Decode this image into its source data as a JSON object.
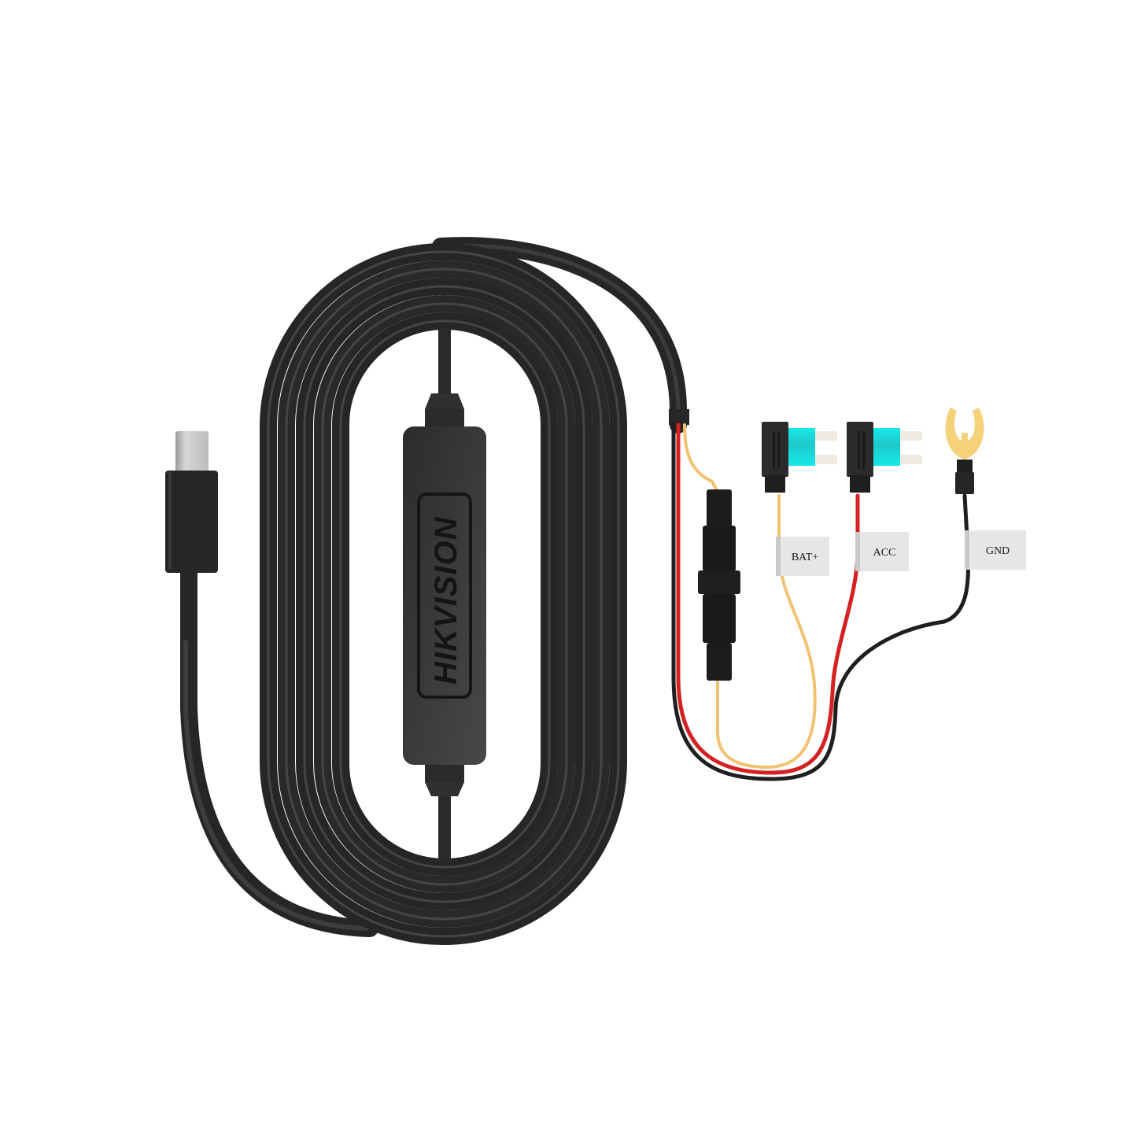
{
  "product": {
    "type": "dashcam hardwire kit",
    "brand_text": "HIKVISION",
    "connector": "USB Type-C",
    "colors": {
      "background": "#ffffff",
      "cable": "#2a2a2a",
      "cable_highlight": "#444444",
      "module": "#333333",
      "wire_bat": "#f2c273",
      "wire_acc": "#d42222",
      "wire_gnd": "#1f1f1f",
      "fuse_blade": "#2ad6d6",
      "ring_terminal": "#f5d27a",
      "tag": "#e6e6e6"
    }
  },
  "labels": {
    "bat": "BAT+",
    "acc": "ACC",
    "gnd": "GND"
  }
}
